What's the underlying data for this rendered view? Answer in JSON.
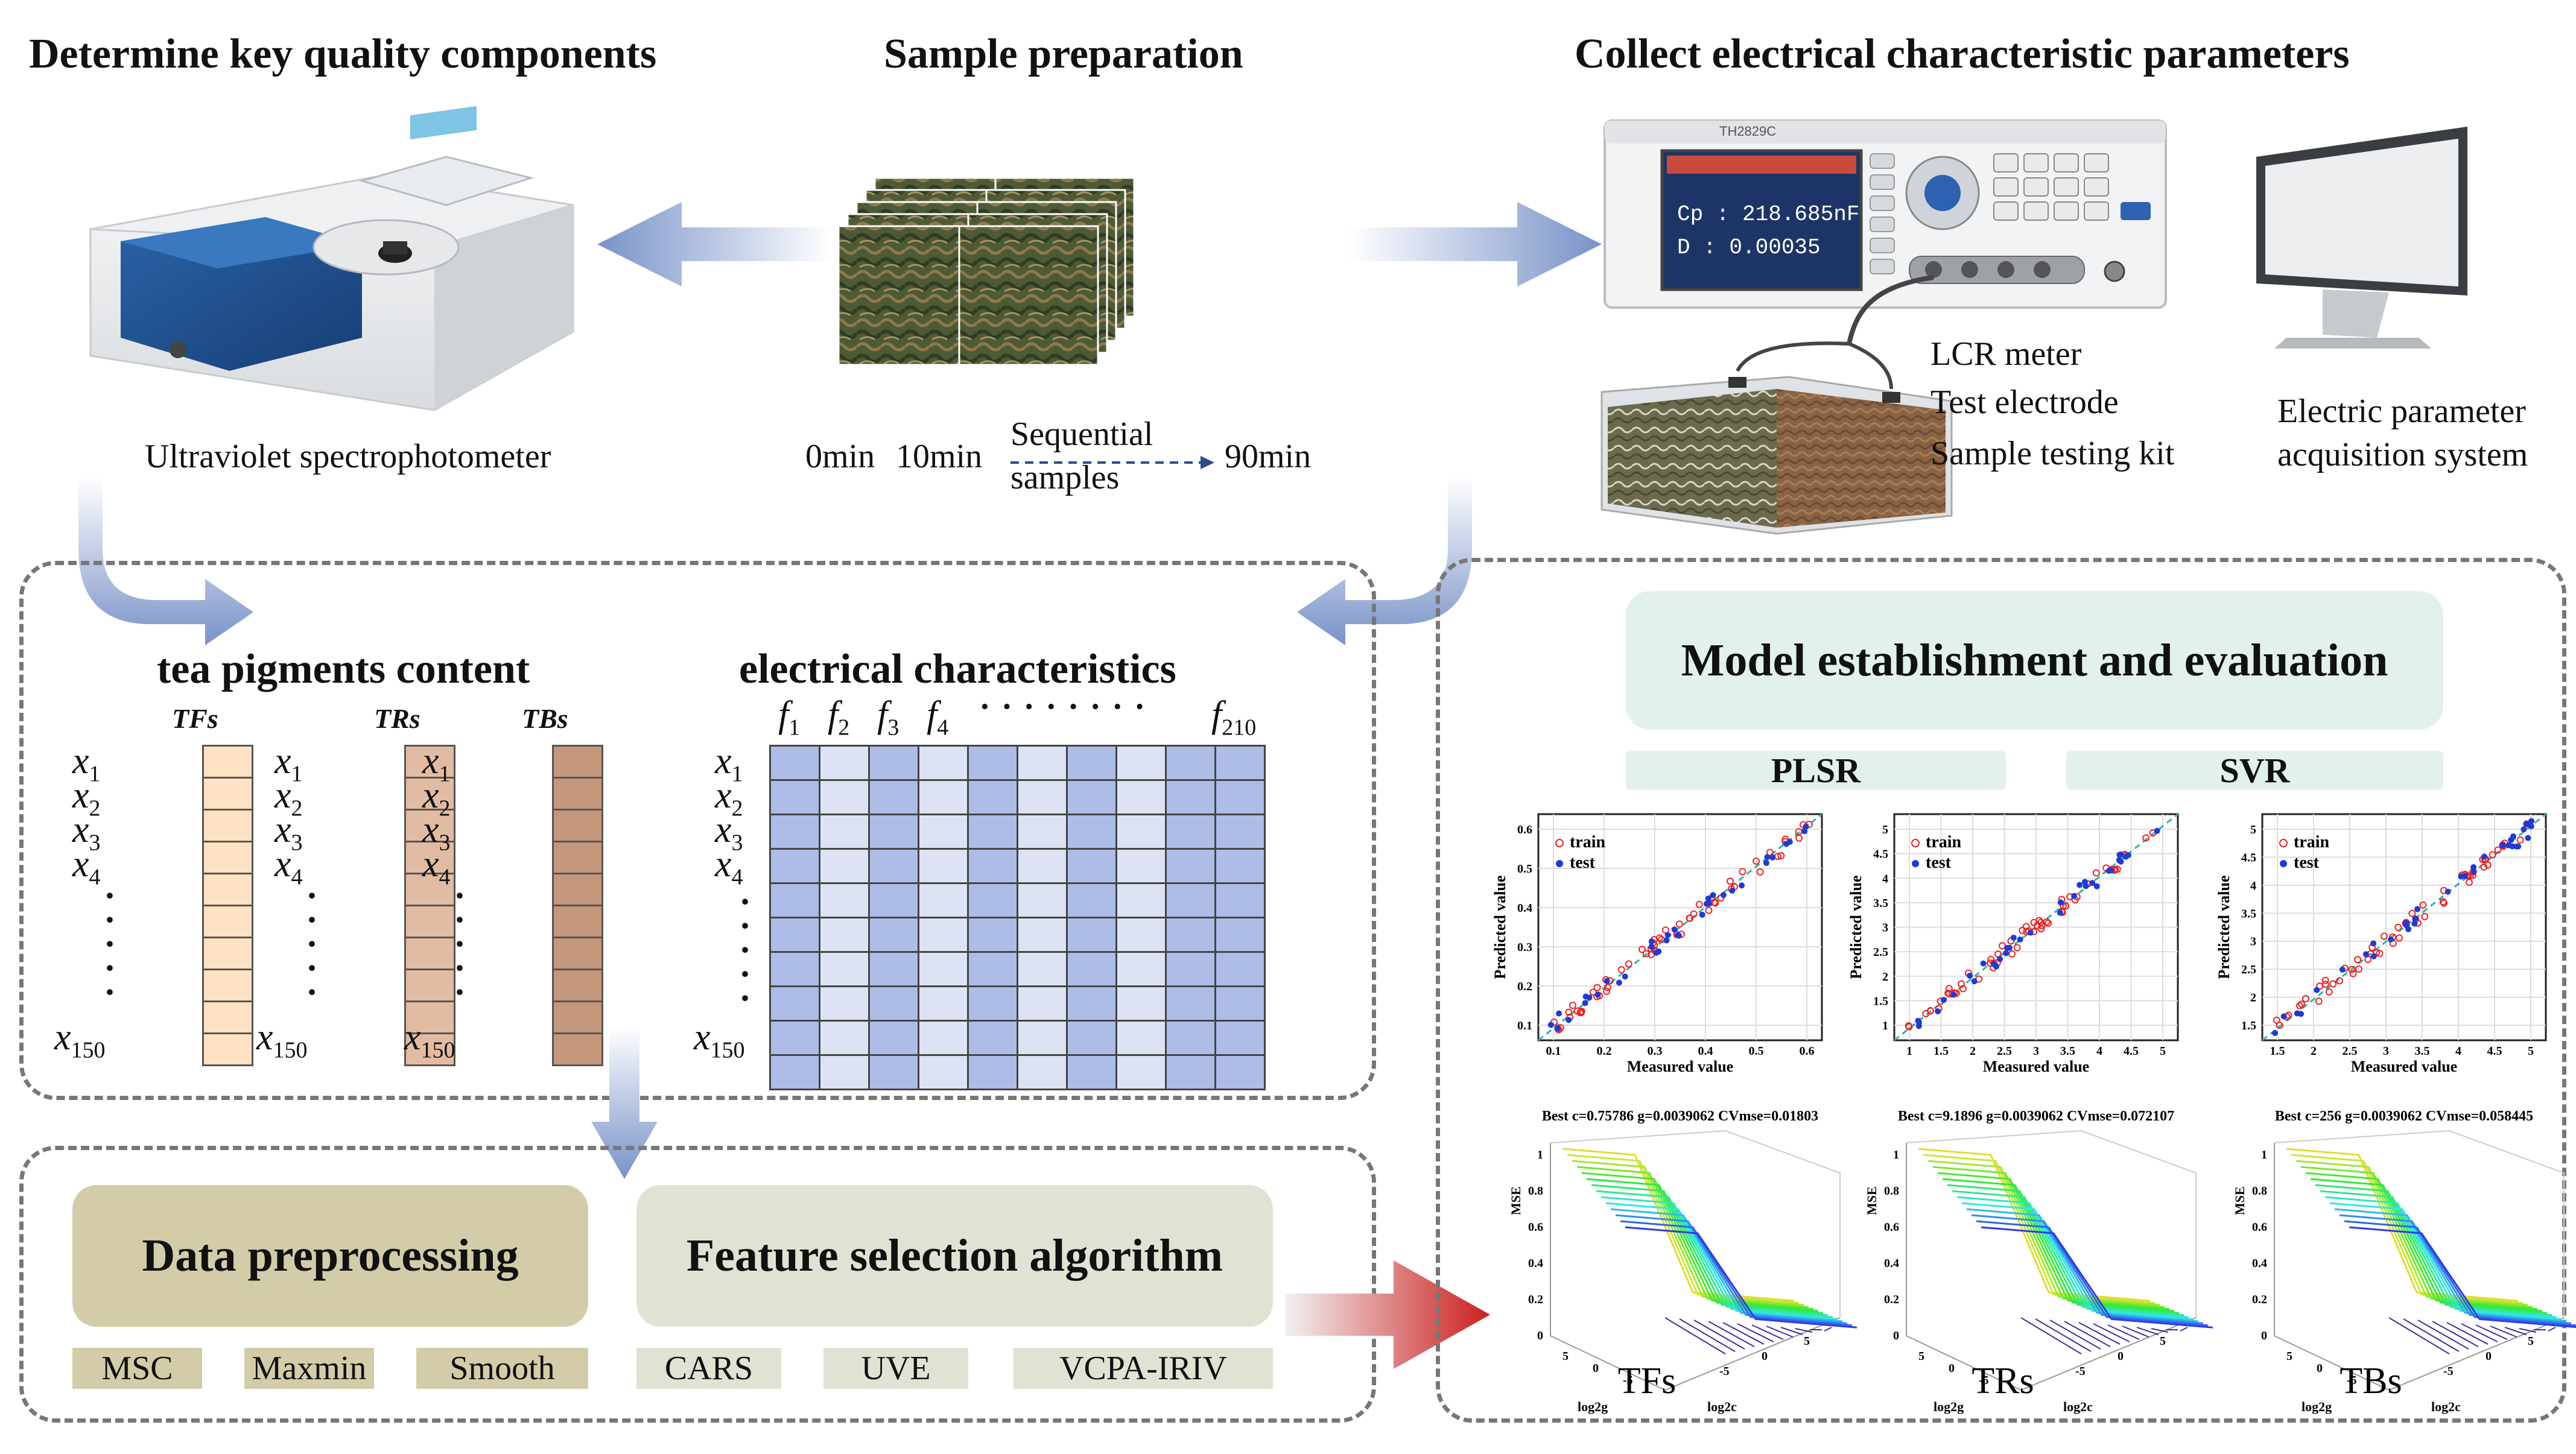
{
  "headers": {
    "left": "Determine key quality components",
    "center": "Sample preparation",
    "right": "Collect electrical characteristic parameters"
  },
  "instruments": {
    "uv_label": "Ultraviolet spectrophotometer",
    "lcr_display_cp": "Cp : 218.685nF",
    "lcr_display_d": "D  : 0.00035",
    "lcr_brand": "TH2829C",
    "lcr_lines": [
      "LCR meter",
      "Test electrode",
      "Sample testing kit"
    ],
    "pc_lines": [
      "Electric parameter",
      "acquisition system"
    ]
  },
  "samples": {
    "t0": "0min",
    "t10": "10min",
    "seq_line1": "Sequential",
    "seq_line2": "samples",
    "t90": "90min"
  },
  "pigments": {
    "title": "tea pigments content",
    "columns": [
      {
        "name": "TFs",
        "color": "#fde3c3"
      },
      {
        "name": "TRs",
        "color": "#e2bca2"
      },
      {
        "name": "TBs",
        "color": "#c4977a"
      }
    ],
    "rows": [
      "x",
      "x",
      "x",
      "x"
    ],
    "subs": [
      "1",
      "2",
      "3",
      "4"
    ],
    "last_x": "x",
    "last_sub": "150"
  },
  "electrical": {
    "title": "electrical characteristics",
    "f": "f",
    "f_subs": [
      "1",
      "2",
      "3",
      "4"
    ],
    "f_dots": "· · · · · · · ·",
    "f_last_sub": "210",
    "colors": [
      "#aebde7",
      "#dde3f2"
    ]
  },
  "preprocessing": {
    "title": "Data preprocessing",
    "methods": [
      "MSC",
      "Maxmin",
      "Smooth"
    ]
  },
  "feature_selection": {
    "title": "Feature selection algorithm",
    "methods": [
      "CARS",
      "UVE",
      "VCPA-IRIV"
    ]
  },
  "model": {
    "title": "Model establishment and evaluation",
    "plsr": "PLSR",
    "svr": "SVR",
    "legend_train": "train",
    "legend_test": "test",
    "xlabel": "Measured value",
    "ylabel": "Predicted value",
    "mse_label": "MSE",
    "log2g": "log2g",
    "log2c": "log2c",
    "plots": [
      {
        "name": "TFs",
        "best": "Best c=0.75786 g=0.0039062 CVmse=0.01803",
        "xticks": [
          "0.1",
          "0.2",
          "0.3",
          "0.4",
          "0.5",
          "0.6"
        ],
        "yticks": [
          "0.1",
          "0.2",
          "0.3",
          "0.4",
          "0.5",
          "0.6"
        ]
      },
      {
        "name": "TRs",
        "best": "Best c=9.1896 g=0.0039062 CVmse=0.072107",
        "xticks": [
          "1",
          "1.5",
          "2",
          "2.5",
          "3",
          "3.5",
          "4",
          "4.5",
          "5"
        ],
        "yticks": [
          "1",
          "1.5",
          "2",
          "2.5",
          "3",
          "3.5",
          "4",
          "4.5",
          "5"
        ]
      },
      {
        "name": "TBs",
        "best": "Best c=256 g=0.0039062 CVmse=0.058445",
        "xticks": [
          "1.5",
          "2",
          "2.5",
          "3",
          "3.5",
          "4",
          "4.5",
          "5"
        ],
        "yticks": [
          "1.5",
          "2",
          "2.5",
          "3",
          "3.5",
          "4",
          "4.5",
          "5"
        ]
      }
    ],
    "mse_ticks": [
      "0",
      "0.2",
      "0.4",
      "0.6",
      "0.8",
      "1"
    ],
    "surface_ticks_g": [
      "5",
      "0",
      "-5"
    ],
    "surface_ticks_c": [
      "-5",
      "0",
      "5"
    ]
  }
}
